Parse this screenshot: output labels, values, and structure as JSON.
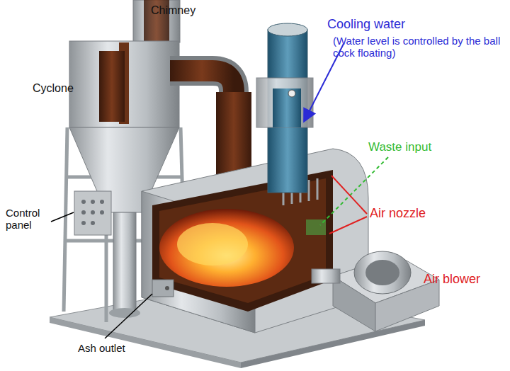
{
  "diagram": {
    "labels": [
      "Chimney",
      "Cyclone",
      "Cooling water",
      "(Water level is controlled by the ball cock floating)",
      "Waste input",
      "Air nozzle",
      "Air blower",
      "Control panel",
      "Ash outlet"
    ]
  }
}
